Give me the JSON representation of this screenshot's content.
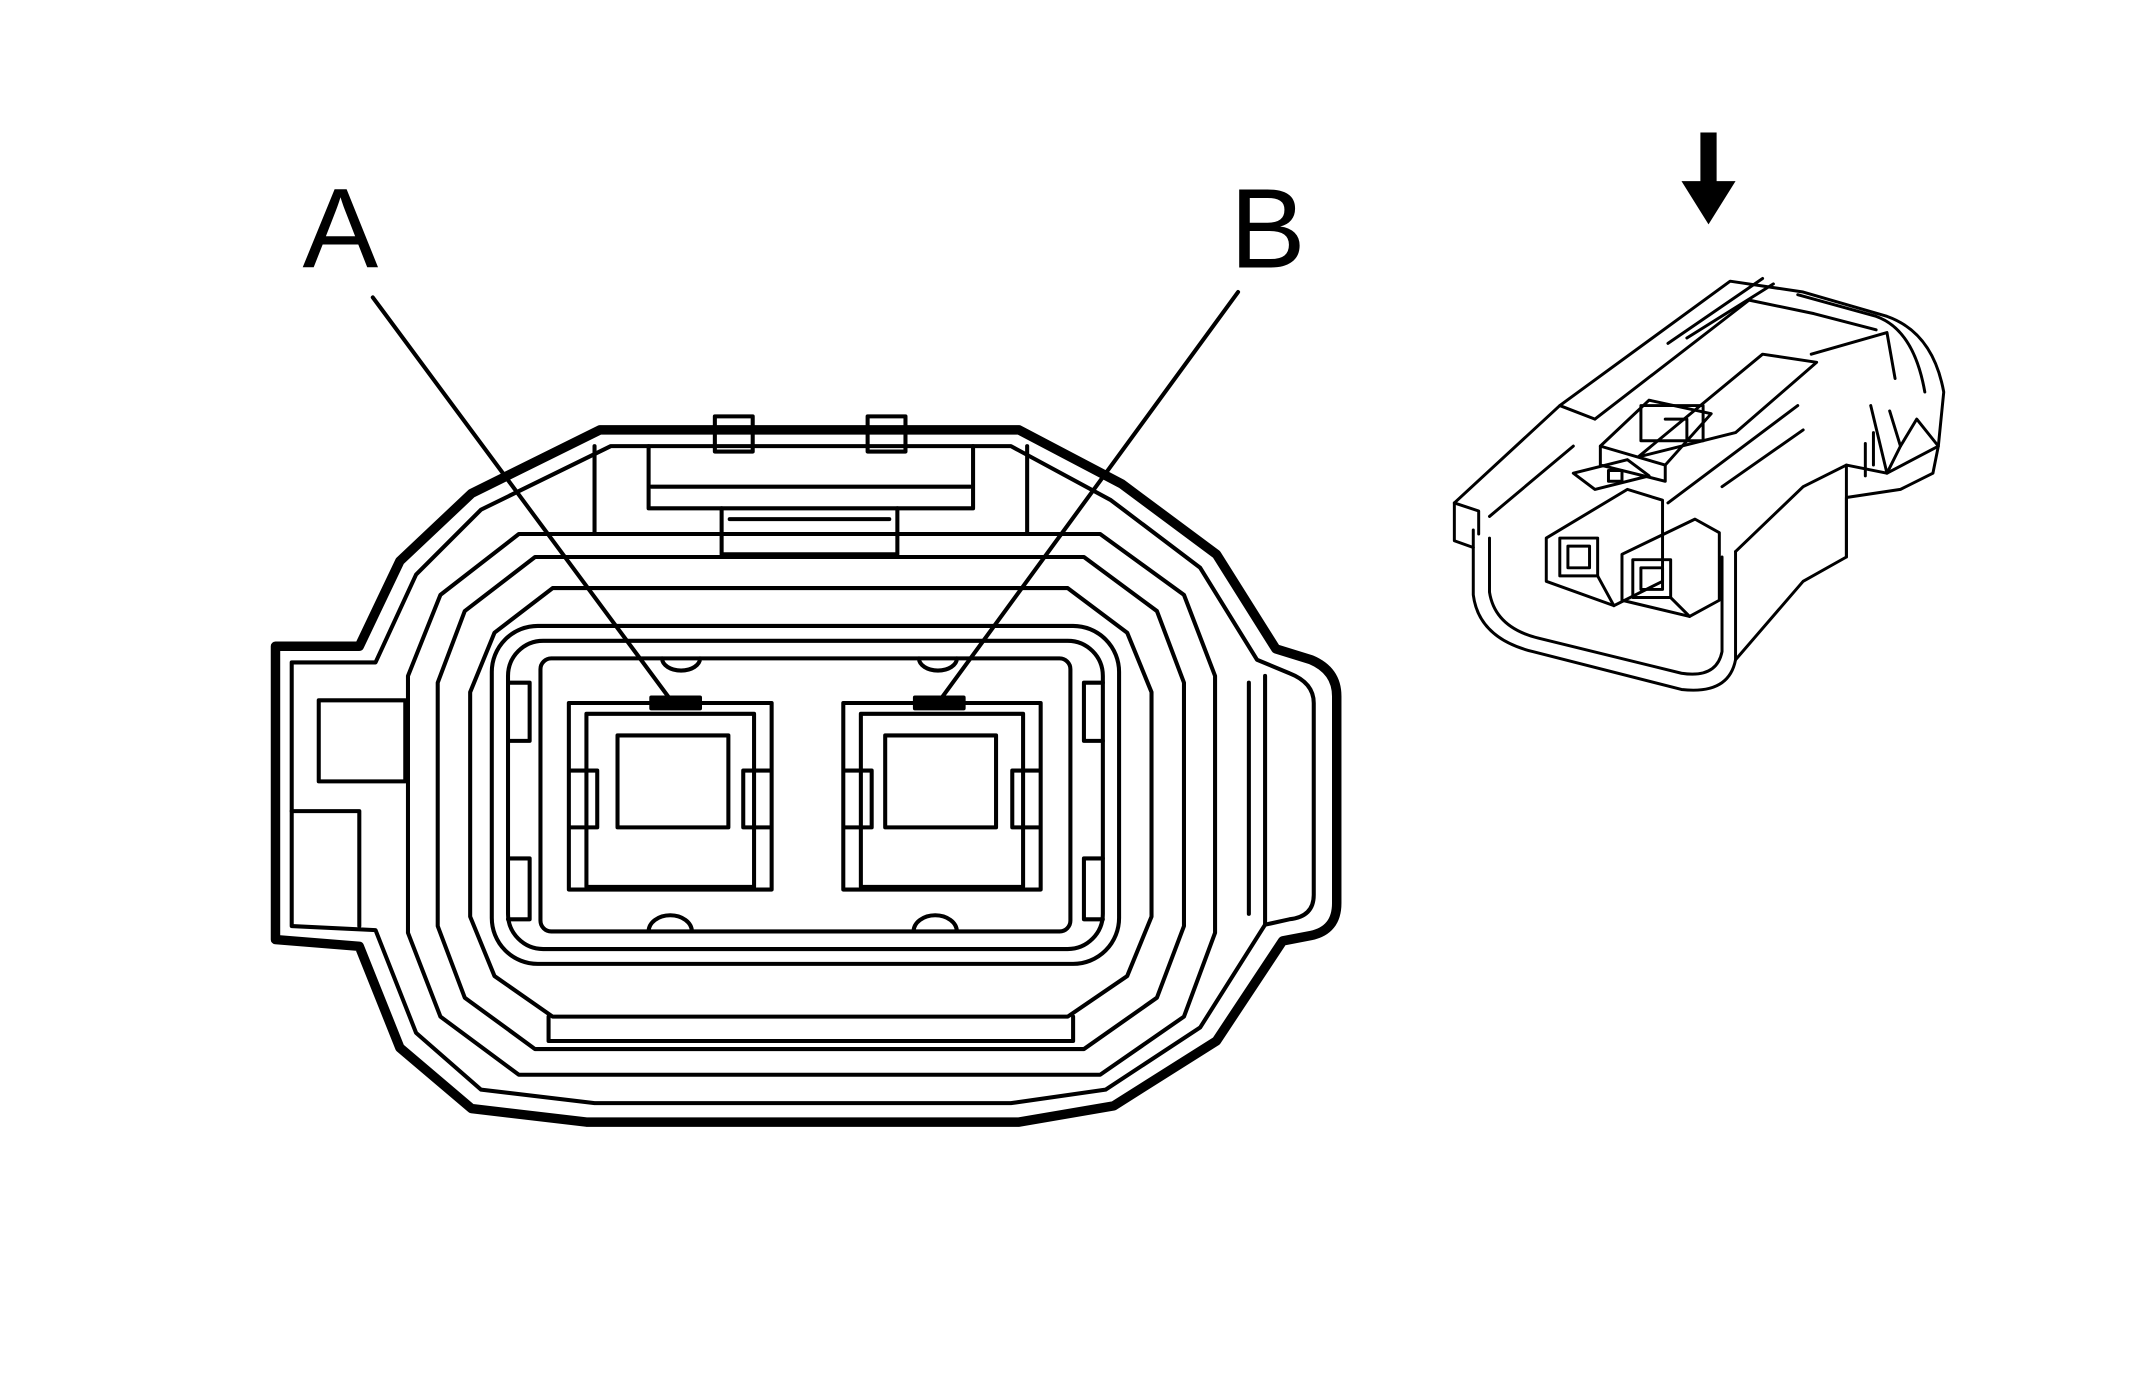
{
  "diagram": {
    "kind": "connector-face-view",
    "pin_labels": [
      "A",
      "B"
    ],
    "callout_arrow_icon": "down-arrow-icon",
    "colors": {
      "line": "#000000",
      "background": "#ffffff"
    }
  }
}
